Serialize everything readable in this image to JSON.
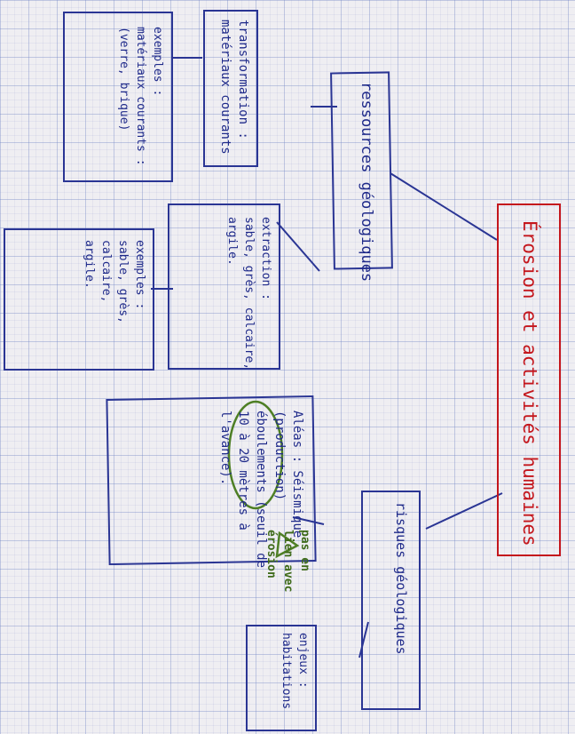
{
  "title": "Érosion et activités humaines",
  "risques": "risques géologiques",
  "enjeux": [
    "enjeux :",
    "habitations"
  ],
  "ressources": "ressources géologiques",
  "transformation": [
    "transformation :",
    "matériaux courants"
  ],
  "exemples_transformation": [
    "exemples :",
    "matériaux courants :",
    "(verre, brique)"
  ],
  "extraction": [
    "extraction :",
    "sable, grès, calcaire,",
    "argile."
  ],
  "exemples_extraction": [
    "exemples :",
    "sable, grès,",
    "calcaire,",
    "argile."
  ],
  "aleas": [
    "Aléas : Séismique",
    "(production)",
    "éboulements (seuil de",
    "10 à 20 mètres à",
    "l'avance)."
  ],
  "annotation_green": [
    "pas en",
    "lien avec",
    "érosion"
  ],
  "colors": {
    "ink_blue": "#1f2a8a",
    "ink_red": "#c4161c",
    "ink_green": "#3f6b1a",
    "grid": "#8c9bd0"
  }
}
